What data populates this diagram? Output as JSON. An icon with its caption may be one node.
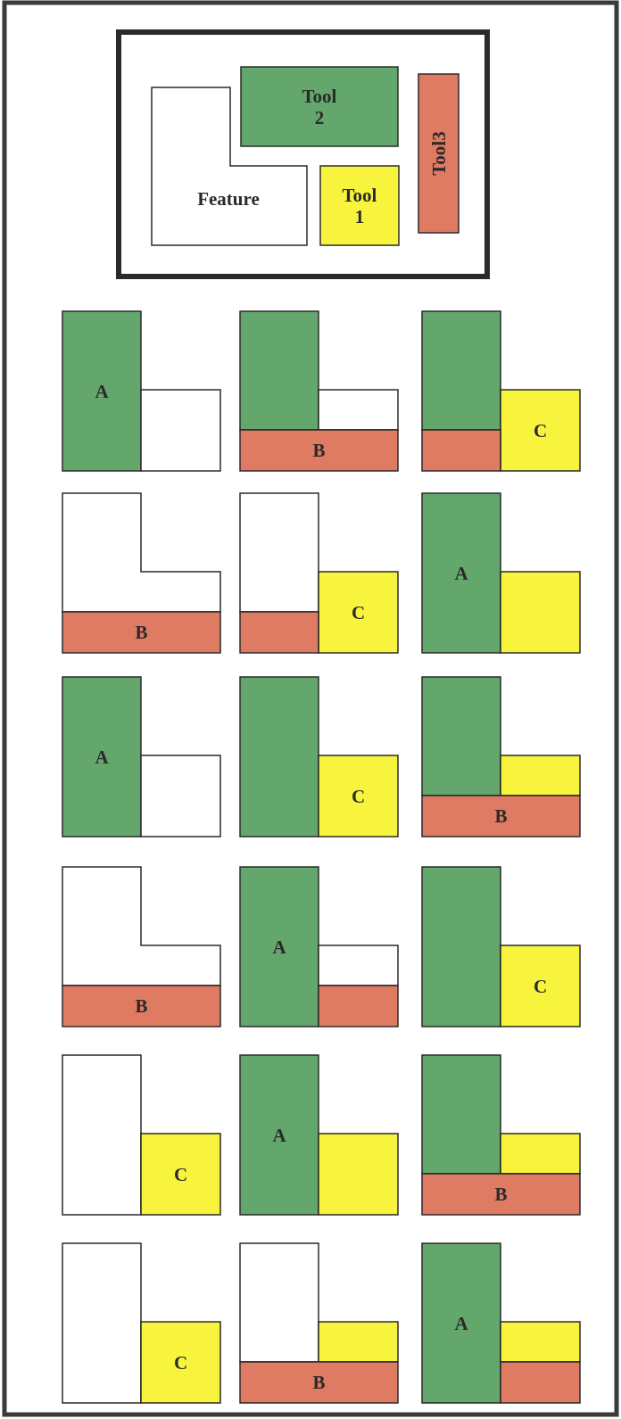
{
  "diagram": {
    "nodes": [
      {
        "text": [],
        "shape": "box"
      },
      {
        "text": [
          "Feature"
        ],
        "in": 0
      },
      {
        "text": [
          "Tool 2"
        ],
        "in": 0
      },
      {
        "text": [
          "Tool 1"
        ],
        "in": 0
      },
      {
        "text": [
          "Tool3"
        ],
        "in": 0
      },
      {
        "text": [
          "A"
        ]
      },
      {
        "text": [],
        "shape": "box"
      },
      {
        "text": [],
        "shape": "box"
      },
      {
        "text": [],
        "shape": "box"
      },
      {
        "text": [
          "B"
        ]
      },
      {
        "text": [],
        "shape": "box"
      },
      {
        "text": [
          "C"
        ]
      },
      {
        "text": [],
        "shape": "box"
      },
      {
        "text": [],
        "shape": "box"
      },
      {
        "text": [
          "B"
        ]
      },
      {
        "text": [],
        "shape": "box"
      },
      {
        "text": [
          "C"
        ]
      },
      {
        "text": [],
        "shape": "box"
      },
      {
        "text": [
          "A"
        ]
      },
      {
        "text": [],
        "shape": "box"
      },
      {
        "text": [
          "A"
        ]
      },
      {
        "text": [],
        "shape": "box"
      },
      {
        "text": [],
        "shape": "box"
      },
      {
        "text": [
          "C"
        ]
      },
      {
        "text": [],
        "shape": "box"
      },
      {
        "text": [],
        "shape": "box"
      },
      {
        "text": [
          "B"
        ]
      },
      {
        "text": [],
        "shape": "box"
      },
      {
        "text": [
          "B"
        ]
      },
      {
        "text": [
          "A"
        ]
      },
      {
        "text": [],
        "shape": "box"
      },
      {
        "text": [],
        "shape": "box"
      },
      {
        "text": [],
        "shape": "box"
      },
      {
        "text": [
          "C"
        ]
      },
      {
        "text": [],
        "shape": "box"
      },
      {
        "text": [
          "C"
        ]
      },
      {
        "text": [
          "A"
        ]
      },
      {
        "text": [],
        "shape": "box"
      },
      {
        "text": [],
        "shape": "box"
      },
      {
        "text": [],
        "shape": "box"
      },
      {
        "text": [
          "B"
        ]
      },
      {
        "text": [],
        "shape": "box"
      },
      {
        "text": [
          "C"
        ]
      },
      {
        "text": [],
        "shape": "box"
      },
      {
        "text": [],
        "shape": "box"
      },
      {
        "text": [
          "B"
        ]
      },
      {
        "text": [
          "A"
        ]
      },
      {
        "text": [],
        "shape": "box"
      },
      {
        "text": [],
        "shape": "box"
      }
    ]
  }
}
